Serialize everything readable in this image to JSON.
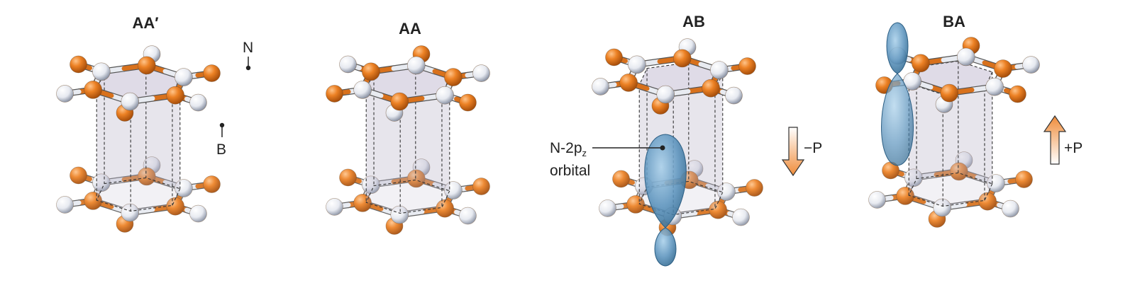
{
  "panels": [
    {
      "id": "AA-prime",
      "title": "AA′",
      "top_stack": "N-B",
      "bottom_stack": "N-B",
      "orbital": "none"
    },
    {
      "id": "AA",
      "title": "AA",
      "top_stack": "B-N",
      "bottom_stack": "N-B",
      "orbital": "none"
    },
    {
      "id": "AB",
      "title": "AB",
      "top_stack": "shifted",
      "bottom_stack": "N-B",
      "orbital": "down"
    },
    {
      "id": "BA",
      "title": "BA",
      "top_stack": "shifted",
      "bottom_stack": "N-B",
      "orbital": "up"
    }
  ],
  "labels": {
    "nitrogen": "N",
    "boron": "B",
    "orbital_line1_main": "N-2p",
    "orbital_line1_sub": "z",
    "orbital_line2": "orbital",
    "polarization_down": "−P",
    "polarization_up": "+P"
  },
  "colors": {
    "boron_atom": "#e07a1f",
    "nitrogen_atom": "#f2f4f8",
    "prism_fill": "#b6b0c8",
    "orbital_fill": "#5b93bd",
    "arrow_fill": "#f3a86a"
  },
  "legend": {
    "orange-sphere": "B",
    "white-sphere": "N"
  }
}
